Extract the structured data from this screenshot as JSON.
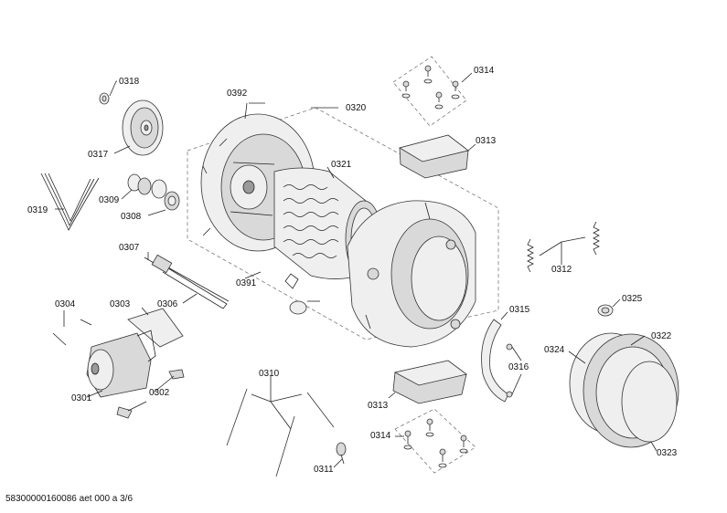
{
  "diagram": {
    "labels": {
      "p0318": "0318",
      "p0317": "0317",
      "p0319": "0319",
      "p0309": "0309",
      "p0308": "0308",
      "p0392": "0392",
      "p0320": "0320",
      "p0321": "0321",
      "p0391": "0391",
      "p0314a": "0314",
      "p0313a": "0313",
      "p0307": "0307",
      "p0306": "0306",
      "p0304": "0304",
      "p0303": "0303",
      "p0301": "0301",
      "p0302": "0302",
      "p0310": "0310",
      "p0311": "0311",
      "p0313b": "0313",
      "p0314b": "0314",
      "p0315": "0315",
      "p0316": "0316",
      "p0312": "0312",
      "p0325": "0325",
      "p0324": "0324",
      "p0322": "0322",
      "p0323": "0323"
    },
    "footer": "58300000160086 aet 000 a 3/6"
  }
}
